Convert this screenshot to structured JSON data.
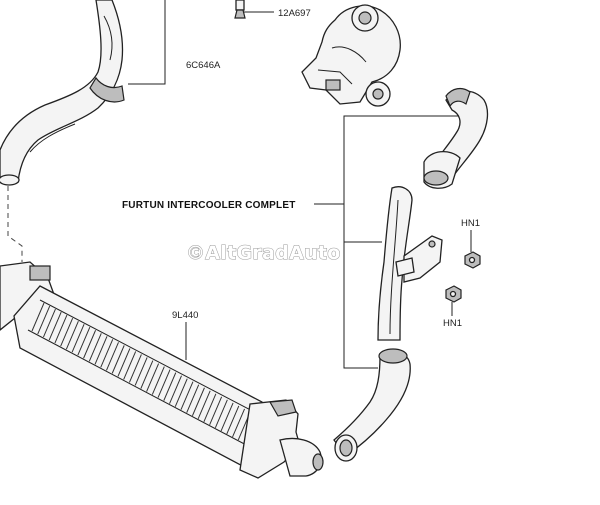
{
  "diagram": {
    "labels": {
      "part_12a697": "12A697",
      "part_6c646a": "6C646A",
      "part_9l440": "9L440",
      "hose_assembly": "FURTUN INTERCOOLER COMPLET",
      "nut_top": "HN1",
      "nut_bottom": "HN1"
    },
    "watermark": "©AltGradAuto",
    "colors": {
      "line": "#222222",
      "part_fill": "#f4f4f4",
      "shade": "#bdbdbd",
      "watermark_outline": "#9a9a9a"
    }
  }
}
